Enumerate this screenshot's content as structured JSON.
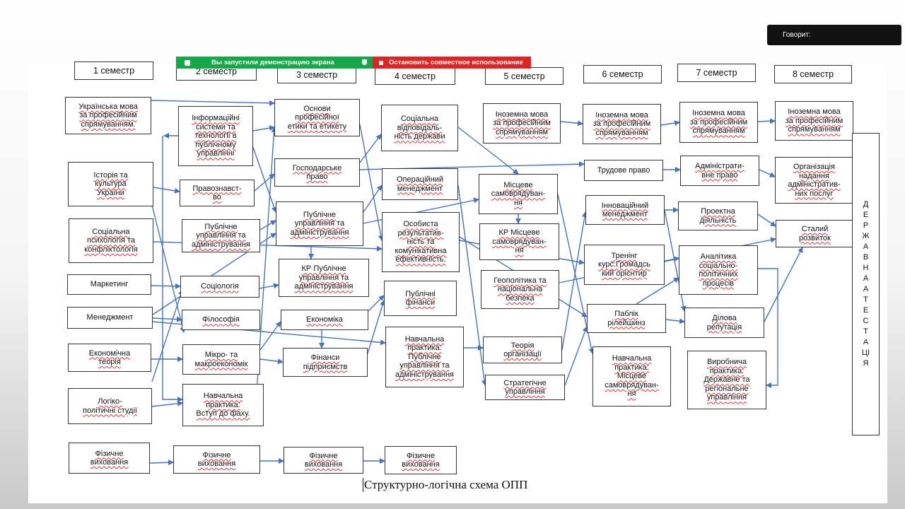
{
  "top_bar": {
    "speaking_label": "Говорит:",
    "share_status": "Вы запустили демонстрацию экрана",
    "stop_share_label": "Остановить совместное использование"
  },
  "semesters": [
    "1 семестр",
    "2 семестр",
    "3 семестр",
    "4 семестр",
    "5 семестр",
    "6 семестр",
    "7 семестр",
    "8 семестр"
  ],
  "boxes": [
    {
      "text": "Українська мова\nза професійним\nспрямуванням."
    },
    {
      "text": "Історія та\nкультура\nУкраїни"
    },
    {
      "text": "Соціальна\nпсихологія та\nконфліктологія"
    },
    {
      "text": "Маркетинг"
    },
    {
      "text": "Менеджмент"
    },
    {
      "text": "Економічна\nтеорія"
    },
    {
      "text": "Логіко-\nполітичні студії"
    },
    {
      "text": "Фізичне\nвиховання"
    },
    {
      "text": "Інформаційні\nсистеми та\nтехнології в\nпублічному\nуправлінні"
    },
    {
      "text": "Правознавст-\nво"
    },
    {
      "text": "Публічне\nуправління та\nадміністрування"
    },
    {
      "text": "Соціологія"
    },
    {
      "text": "Філософія"
    },
    {
      "text": "Мікро- та\nмакроекономік"
    },
    {
      "text": "Навчальна\nпрактика:\nВступ до фаху."
    },
    {
      "text": "Фізичне\nвиховання"
    },
    {
      "text": "Основи\nпрофесійної\nетики та етикету"
    },
    {
      "text": "Господарське\nправо"
    },
    {
      "text": "Публічне\nуправління та\nадміністрування"
    },
    {
      "text": "КР Публічне\nуправління та\nадміністрування"
    },
    {
      "text": "Економіка"
    },
    {
      "text": "Фінанси\nпідприємств"
    },
    {
      "text": "Фізичне\nвиховання"
    },
    {
      "text": "Соціальна\nвідповідаль-\nність держави"
    },
    {
      "text": "Операційний\nменеджмент"
    },
    {
      "text": "Особиста\nрезультатив-\nність та\nкомунікативна\nефективність."
    },
    {
      "text": "Публічні\nфінанси"
    },
    {
      "text": "Навчальна\nпрактика:\nПублічне\nуправління та\nадміністрування"
    },
    {
      "text": "Фізичне\nвиховання"
    },
    {
      "text": "Іноземна мова\nза професійним\nспрямуванням"
    },
    {
      "text": "Місцеве\nсамоврядуван-\nня"
    },
    {
      "text": "КР Місцеве\nсамоврядуван-\nня"
    },
    {
      "text": "Геополітика та\nнаціональна\nбезпека"
    },
    {
      "text": "Теорія\nорганізації"
    },
    {
      "text": "Стратегічне\nуправління"
    },
    {
      "text": "Іноземна мова\nза професійним\nспрямуванням"
    },
    {
      "text": "Трудове право"
    },
    {
      "text": "Інноваційний\nменеджмент"
    },
    {
      "text": "Тренінг\nкурс:Громадсь\nкий орієнтир"
    },
    {
      "text": "Паблік\nрілейшинз"
    },
    {
      "text": "Навчальна\nпрактика:\nМісцеве\nсамоврядуван-\nня"
    },
    {
      "text": "Іноземна мова\nза професійним\nспрямуванням"
    },
    {
      "text": "Адміністрати-\nвне право"
    },
    {
      "text": "Проектна\nдіяльність"
    },
    {
      "text": "Аналітика\nсоціально-\nполітичних\nпроцесів"
    },
    {
      "text": "Ділова\nрепутація"
    },
    {
      "text": "Виробнича\nпрактика:\nДержавне та\nрегіональне\nуправління"
    },
    {
      "text": "Іноземна мова\nза професійним\nспрямуванням"
    },
    {
      "text": "Організація\nнадання\nадміністратив-\nних послуг"
    },
    {
      "text": "Сталий\nрозвиток"
    }
  ],
  "attestation": "ДЕРЖАВНА АТЕСТАЦІЯ",
  "caption": "Структурно-логічна схема ОПП"
}
